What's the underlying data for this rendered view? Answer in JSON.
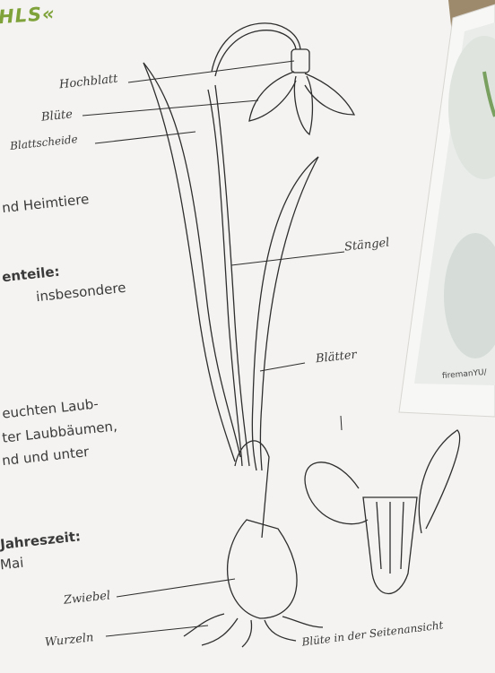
{
  "header_fragment": "HLS«",
  "labels": {
    "hochblatt": "Hochblatt",
    "bluete": "Blüte",
    "blattscheide": "Blattscheide",
    "staengel": "Stängel",
    "blaetter": "Blätter",
    "zwiebel": "Zwiebel",
    "wurzeln": "Wurzeln",
    "side_view": "Blüte in der Seitenansicht"
  },
  "text_fragments": {
    "line1": "nd  Heimtiere",
    "line2": "enteile:",
    "line3": "insbesondere",
    "line4": "euchten Laub-",
    "line5": "ter Laubbäumen,",
    "line6": "nd und unter",
    "line7": "Jahreszeit:",
    "line8": "Mai"
  },
  "photo_credit": "firemanYU/",
  "colors": {
    "paper": "#f4f3f1",
    "accent_green": "#7fa33a",
    "ink": "#3a3a3a",
    "wood": "#b9a78a"
  }
}
